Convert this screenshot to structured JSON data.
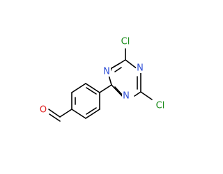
{
  "molecule": {
    "atoms": {
      "n_top": {
        "symbol": "N",
        "color": "#2f4fd6"
      },
      "n_left": {
        "symbol": "N",
        "color": "#2f4fd6"
      },
      "n_right": {
        "symbol": "N",
        "color": "#2f4fd6"
      },
      "cl_top": {
        "symbol": "Cl",
        "color": "#1a8c1a"
      },
      "cl_right": {
        "symbol": "Cl",
        "color": "#1a8c1a"
      },
      "o_aldehyde": {
        "symbol": "O",
        "color": "#e02020"
      }
    },
    "bond_color": "#000000"
  }
}
